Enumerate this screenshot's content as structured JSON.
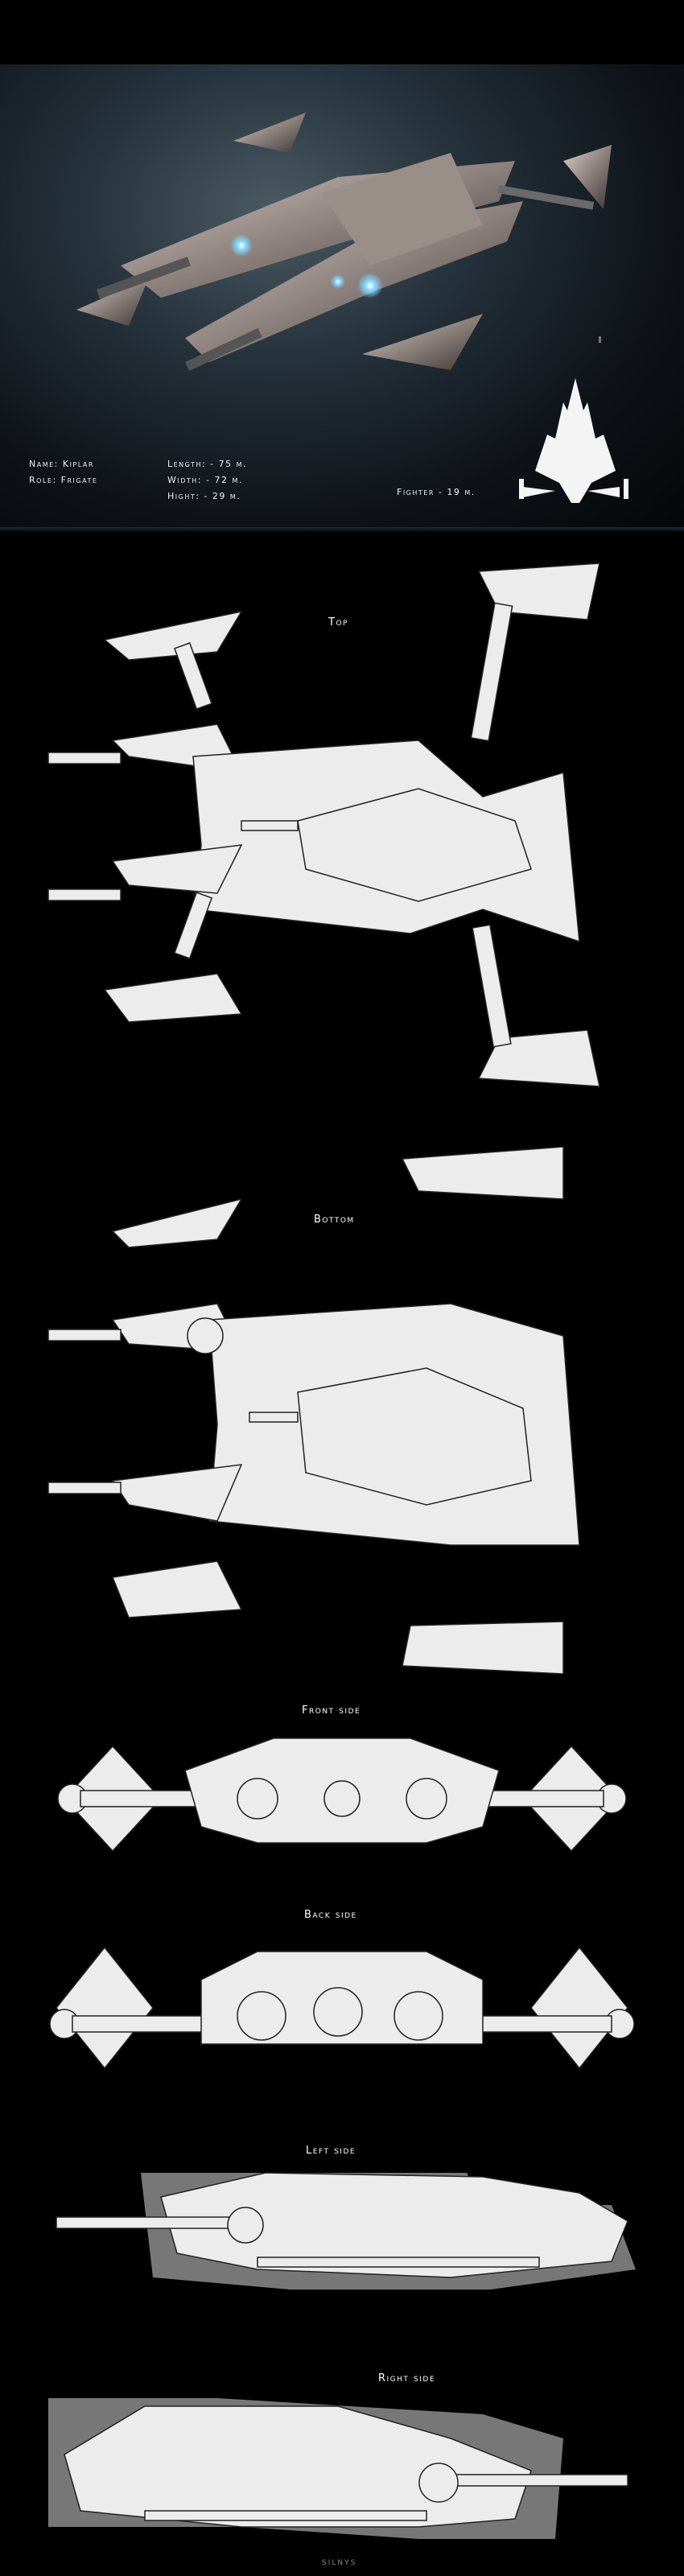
{
  "specs": {
    "name": "Name: Kiplar",
    "role": "Role: Frigate",
    "length": "Length: - 75 m.",
    "width": "Width: - 72 m.",
    "height": "Hight: - 29 m.",
    "fighter": "Fighter - 19 m."
  },
  "views": {
    "top": "Top",
    "bottom": "Bottom",
    "front": "Front side",
    "back": "Back side",
    "left": "Left side",
    "right": "Right side"
  },
  "credit": "SILNYS",
  "colors": {
    "background": "#000000",
    "hull": "#ececec",
    "lines": "#222222"
  }
}
